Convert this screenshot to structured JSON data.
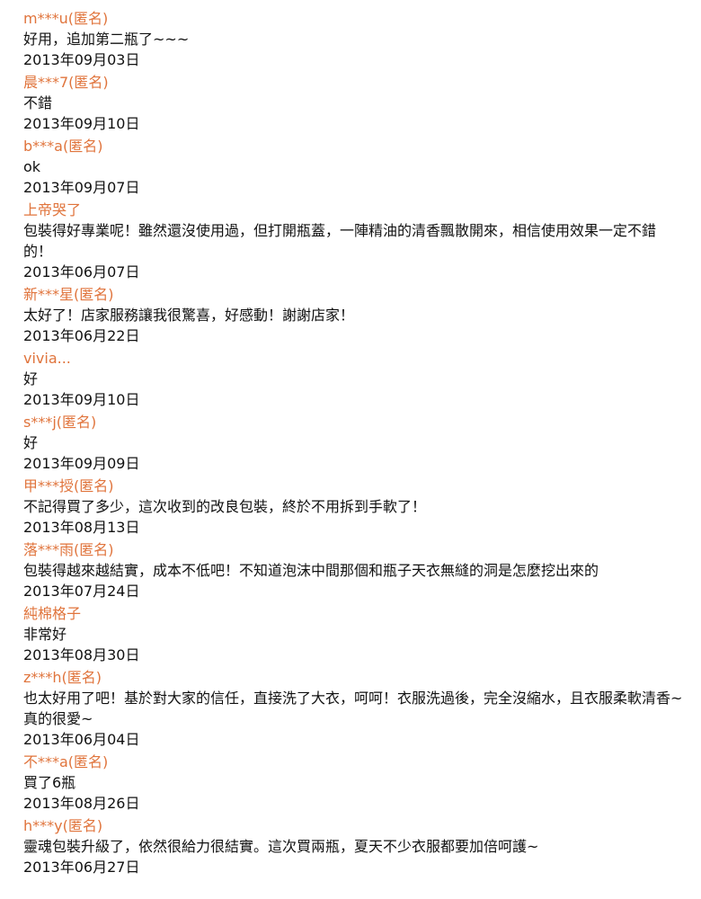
{
  "reviews": [
    {
      "author": "m***u(匿名)",
      "content": "好用，追加第二瓶了~~~",
      "date": "2013年09月03日"
    },
    {
      "author": "晨***7(匿名)",
      "content": "不錯",
      "date": "2013年09月10日"
    },
    {
      "author": "b***a(匿名)",
      "content": "ok",
      "date": "2013年09月07日"
    },
    {
      "author": "上帝哭了",
      "content": "包裝得好專業呢！雖然還沒使用過，但打開瓶蓋，一陣精油的清香飄散開來，相信使用效果一定不錯的！",
      "date": "2013年06月07日"
    },
    {
      "author": "新***星(匿名)",
      "content": "太好了！店家服務讓我很驚喜，好感動！謝謝店家！",
      "date": "2013年06月22日"
    },
    {
      "author": "vivia...",
      "content": "好",
      "date": "2013年09月10日"
    },
    {
      "author": "s***j(匿名)",
      "content": "好",
      "date": "2013年09月09日"
    },
    {
      "author": "甲***授(匿名)",
      "content": "不記得買了多少，這次收到的改良包裝，終於不用拆到手軟了！",
      "date": "2013年08月13日"
    },
    {
      "author": "落***雨(匿名)",
      "content": "包裝得越來越結實，成本不低吧！不知道泡沫中間那個和瓶子天衣無縫的洞是怎麼挖出來的",
      "date": "2013年07月24日"
    },
    {
      "author": "純棉格子",
      "content": "非常好",
      "date": "2013年08月30日"
    },
    {
      "author": "z***h(匿名)",
      "content": "也太好用了吧！基於對大家的信任，直接洗了大衣，呵呵！衣服洗過後，完全沒縮水，且衣服柔軟清香~真的很愛~",
      "date": "2013年06月04日"
    },
    {
      "author": "不***a(匿名)",
      "content": "買了6瓶",
      "date": "2013年08月26日"
    },
    {
      "author": "h***y(匿名)",
      "content": "靈魂包裝升級了，依然很給力很結實。這次買兩瓶，夏天不少衣服都要加倍呵護~",
      "date": "2013年06月27日"
    }
  ]
}
